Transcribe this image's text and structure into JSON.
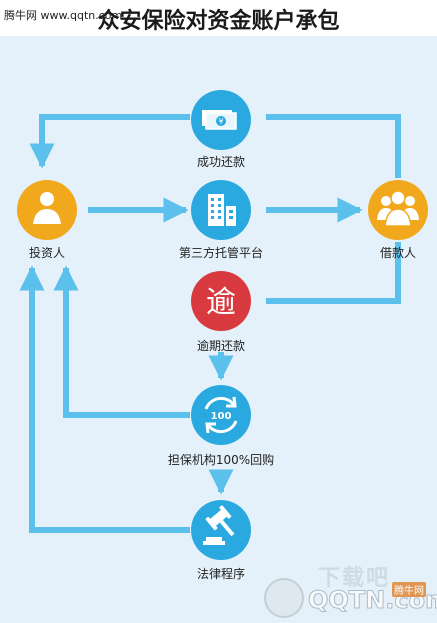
{
  "header": {
    "source_tag": "腾牛网 www.qqtn.com",
    "title": "众安保险对资金账户承包"
  },
  "colors": {
    "background": "#e4f1fa",
    "arrow": "#5bc0eb",
    "node_blue": "#2aa9e0",
    "node_orange": "#f2a81d",
    "node_red": "#d83a3f"
  },
  "nodes": {
    "repay": {
      "label": "成功还款",
      "icon": "money-icon"
    },
    "investor": {
      "label": "投资人",
      "icon": "person-icon"
    },
    "platform": {
      "label": "第三方托管平台",
      "icon": "building-icon"
    },
    "borrower": {
      "label": "借款人",
      "icon": "group-icon"
    },
    "overdue": {
      "label": "逾期还款",
      "icon": "overdue-char-icon",
      "glyph": "逾"
    },
    "buyback": {
      "label": "担保机构100%回购",
      "icon": "refresh-100-icon",
      "glyph": "100"
    },
    "legal": {
      "label": "法律程序",
      "icon": "gavel-icon"
    }
  },
  "watermark": {
    "top_text": "下载吧",
    "main_text": "QQTN.com",
    "badge": "腾牛网"
  }
}
